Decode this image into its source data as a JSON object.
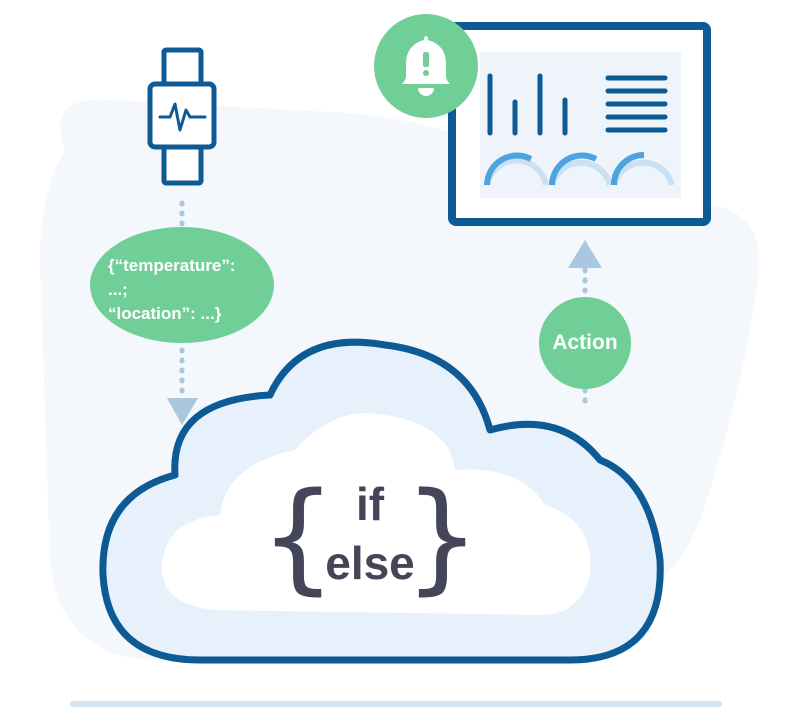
{
  "colors": {
    "navy": "#0E5A94",
    "green": "#6FCF97",
    "light_blue": "#E6F1FB",
    "pale_bg": "#F4F7FB",
    "arrow_blue": "#A9C7DE",
    "ring_blue": "#4DA3DD",
    "ring_track": "#C9E1F3",
    "code_text": "#454559"
  },
  "icons": {
    "device": "smartwatch-icon",
    "alert": "bell-alert-icon",
    "screen": "dashboard-monitor-icon",
    "cloud": "cloud-icon"
  },
  "payload": {
    "line1": "{“temperature”:",
    "line2": "...;",
    "line3": "“location”: ...}"
  },
  "action_label": "Action",
  "code": {
    "open_brace": "{",
    "keyword_if": "if",
    "keyword_else": "else",
    "close_brace": "}"
  }
}
